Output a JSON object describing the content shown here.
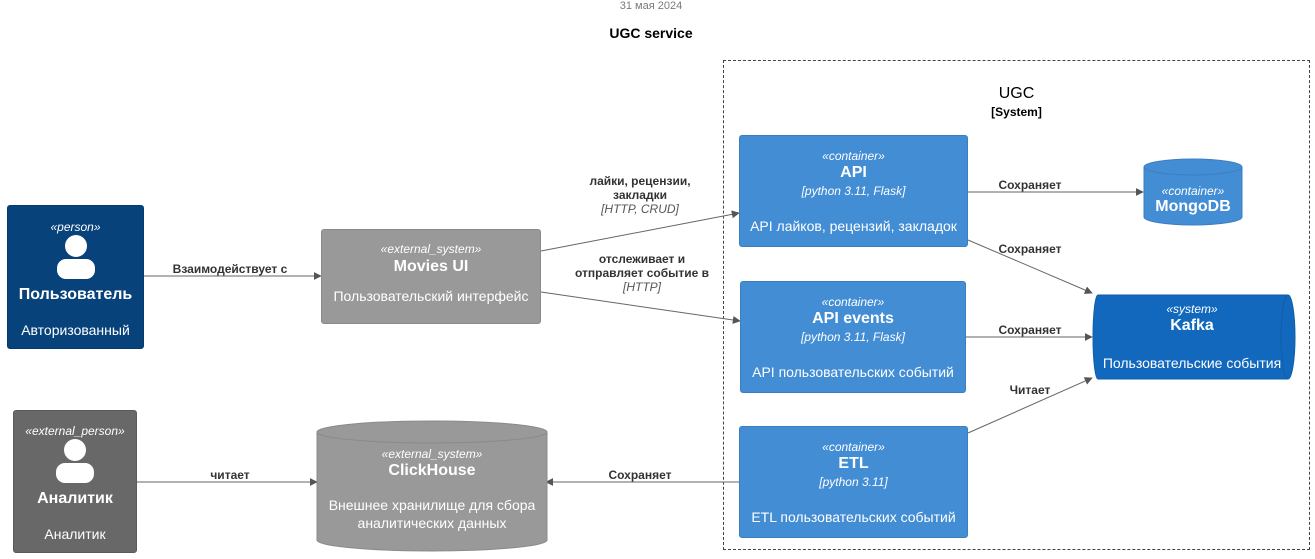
{
  "header": {
    "date": "31 мая 2024",
    "title": "UGC service"
  },
  "boundary": {
    "name": "UGC",
    "type": "[System]"
  },
  "nodes": {
    "user": {
      "stereotype": "«person»",
      "name": "Пользователь",
      "description": "Авторизованный"
    },
    "analyst": {
      "stereotype": "«external_person»",
      "name": "Аналитик",
      "description": "Аналитик"
    },
    "movies_ui": {
      "stereotype": "«external_system»",
      "name": "Movies UI",
      "description": "Пользовательский интерфейс"
    },
    "clickhouse": {
      "stereotype": "«external_system»",
      "name": "ClickHouse",
      "description_line1": "Внешнее хранилище для сбора",
      "description_line2": "аналитических данных"
    },
    "api": {
      "stereotype": "«container»",
      "name": "API",
      "tech": "[python 3.11, Flask]",
      "description": "API лайков, рецензий, закладок"
    },
    "api_events": {
      "stereotype": "«container»",
      "name": "API events",
      "tech": "[python 3.11, Flask]",
      "description": "API пользовательских событий"
    },
    "etl": {
      "stereotype": "«container»",
      "name": "ETL",
      "tech": "[python 3.11]",
      "description": "ETL пользовательских событий"
    },
    "mongodb": {
      "stereotype": "«container»",
      "name": "MongoDB"
    },
    "kafka": {
      "stereotype": "«system»",
      "name": "Kafka",
      "description": "Пользовательские события"
    }
  },
  "edges": {
    "user_ui": {
      "label": "Взаимодействует с"
    },
    "ui_api": {
      "label_line1": "лайки, рецензии,",
      "label_line2": "закладки",
      "tech": "[HTTP, CRUD]"
    },
    "ui_events": {
      "label_line1": "отслеживает и",
      "label_line2": "отправляет событие в",
      "tech": "[HTTP]"
    },
    "api_mongo": {
      "label": "Сохраняет"
    },
    "api_kafka": {
      "label": "Сохраняет"
    },
    "events_kafka": {
      "label": "Сохраняет"
    },
    "etl_kafka": {
      "label": "Читает"
    },
    "etl_ch": {
      "label": "Сохраняет"
    },
    "analyst_ch": {
      "label": "читает"
    }
  },
  "colors": {
    "person": "#08427b",
    "external_person": "#686868",
    "external_system": "#999999",
    "container": "#438dd5",
    "system": "#1168bd"
  }
}
